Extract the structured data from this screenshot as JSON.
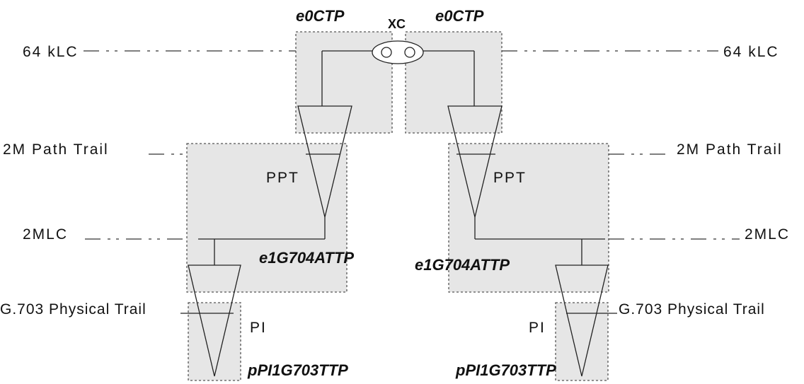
{
  "colors": {
    "box_fill": "#e6e6e6",
    "stroke": "#222222",
    "background": "#ffffff"
  },
  "labels": {
    "klc_left": "64 kLC",
    "klc_right": "64 kLC",
    "path_trail_left": "2M Path Trail",
    "path_trail_right": "2M Path Trail",
    "mlc_left": "2MLC",
    "mlc_right": "2MLC",
    "phys_trail_left": "G.703 Physical Trail",
    "phys_trail_right": "G.703 Physical Trail"
  },
  "blocks": {
    "e0ctp_left": "e0CTP",
    "e0ctp_right": "e0CTP",
    "xc": "XC",
    "ppt_left": "PPT",
    "ppt_right": "PPT",
    "attp_left": "e1G704ATTP",
    "attp_right": "e1G704ATTP",
    "pi_left": "PI",
    "pi_right": "PI",
    "pttp_left": "pPI1G703TTP",
    "pttp_right": "pPI1G703TTP"
  }
}
